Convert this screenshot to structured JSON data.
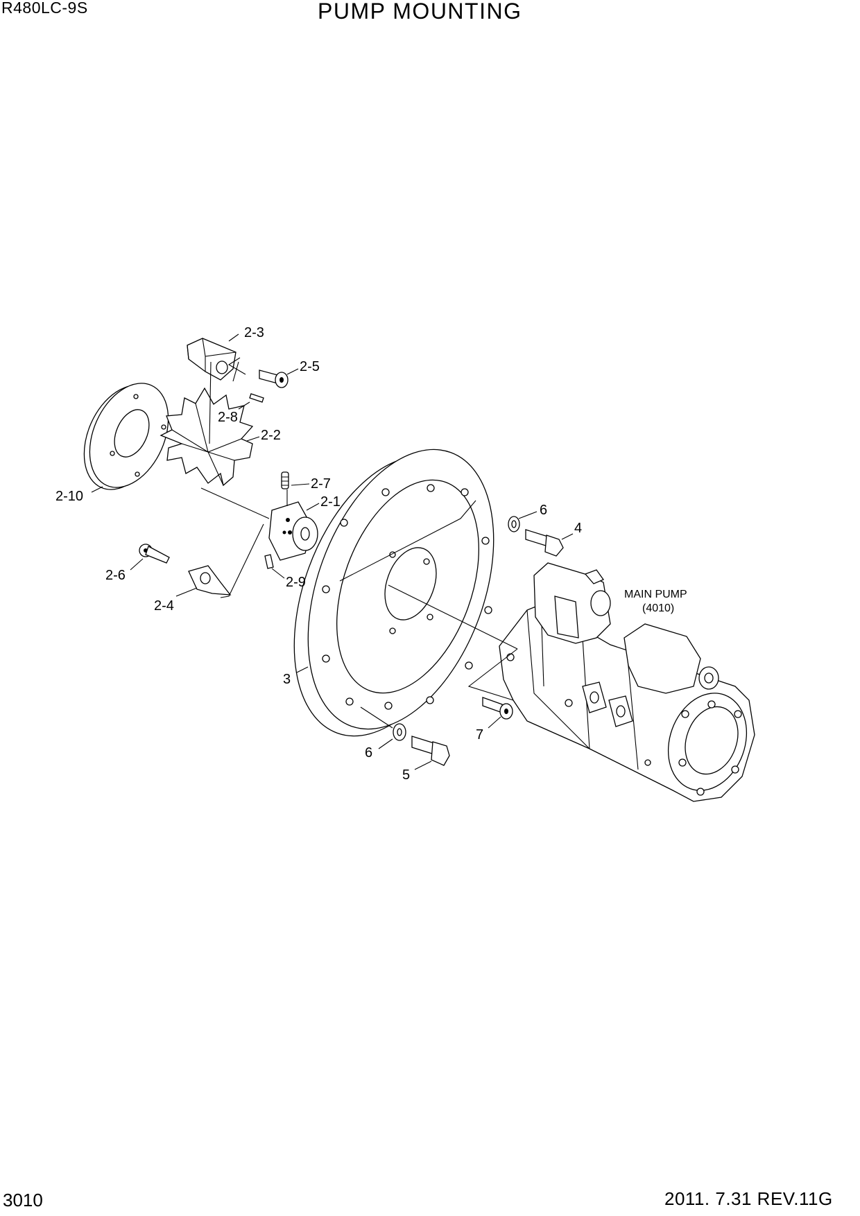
{
  "header": {
    "model": "R480LC-9S",
    "title": "PUMP MOUNTING"
  },
  "footer": {
    "page_number": "3010",
    "revision": "2011. 7.31  REV.11G"
  },
  "callouts": [
    {
      "id": "2-3",
      "label": "2-3"
    },
    {
      "id": "2-5",
      "label": "2-5"
    },
    {
      "id": "2-8",
      "label": "2-8"
    },
    {
      "id": "2-2",
      "label": "2-2"
    },
    {
      "id": "2-10",
      "label": "2-10"
    },
    {
      "id": "2-7",
      "label": "2-7"
    },
    {
      "id": "2-1",
      "label": "2-1"
    },
    {
      "id": "2-6",
      "label": "2-6"
    },
    {
      "id": "2-4",
      "label": "2-4"
    },
    {
      "id": "2-9",
      "label": "2-9"
    },
    {
      "id": "6a",
      "label": "6"
    },
    {
      "id": "4",
      "label": "4"
    },
    {
      "id": "3",
      "label": "3"
    },
    {
      "id": "7",
      "label": "7"
    },
    {
      "id": "6b",
      "label": "6"
    },
    {
      "id": "5",
      "label": "5"
    }
  ],
  "notes": {
    "main_pump": "MAIN PUMP",
    "main_pump_ref": "(4010)"
  }
}
